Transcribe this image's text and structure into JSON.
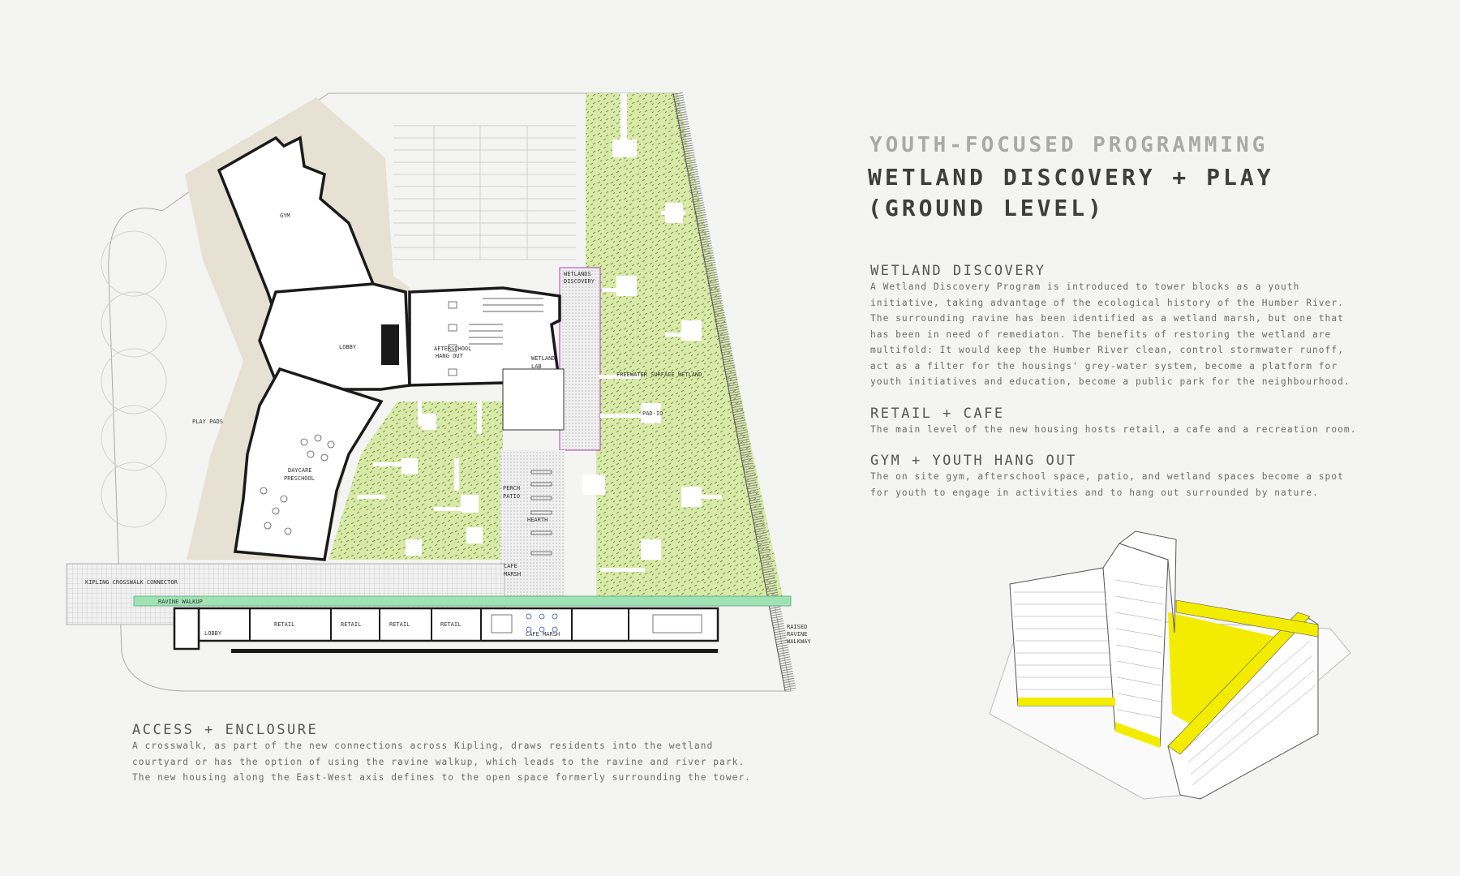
{
  "header": {
    "kicker": "YOUTH-FOCUSED PROGRAMMING",
    "title_line1": "WETLAND DISCOVERY + PLAY",
    "title_line2": "(GROUND LEVEL)"
  },
  "sections": {
    "wetland": {
      "heading": "WETLAND DISCOVERY",
      "lines": [
        "A Wetland Discovery Program is introduced to tower blocks as a youth",
        "initiative, taking advantage of the ecological history of the Humber River.",
        "The surrounding ravine has been identified as a wetland marsh, but one that",
        "has been in need of remediaton. The benefits of restoring the wetland are",
        "multifold: It would keep the Humber River clean, control stormwater runoff,",
        "act as a filter for the housings' grey-water system, become a platform for",
        "youth initiatives and education, become a public park for the neighbourhood."
      ]
    },
    "retail": {
      "heading": "RETAIL + CAFE",
      "lines": [
        "The main level of the new housing hosts retail, a cafe and a recreation room."
      ]
    },
    "gym": {
      "heading": "GYM + YOUTH HANG OUT",
      "lines": [
        "The on site gym, afterschool space, patio, and wetland spaces become a spot",
        "for youth to engage in activities and to hang out surrounded by nature."
      ]
    },
    "access": {
      "heading": "ACCESS + ENCLOSURE",
      "lines": [
        "A crosswalk, as part of the new connections across Kipling, draws residents into the wetland",
        "courtyard or has the option of using the ravine walkup, which leads to the ravine and river park.",
        "The new housing along the East-West axis defines to the open space formerly surrounding the tower."
      ]
    }
  },
  "plan_labels": {
    "gym": "GYM",
    "lobby": "LOBBY",
    "afterschool_1": "AFTERSCHOOL",
    "afterschool_2": "HANG OUT",
    "wetland_lab_1": "WETLAND",
    "wetland_lab_2": "LAB",
    "wetlands_discovery_1": "WETLANDS",
    "wetlands_discovery_2": "DISCOVERY",
    "freewater": "FREEWATER SURFACE WETLAND",
    "pad_io": "PAD-IO",
    "play_pads": "PLAY PADS",
    "daycare_1": "DAYCARE",
    "daycare_2": "PRESCHOOL",
    "perch_1": "PERCH",
    "perch_2": "PATIO",
    "hearth": "HEARTH",
    "cafe_marsh_1": "CAFE",
    "cafe_marsh_2": "MARSH",
    "kipling": "KIPLING CROSSWALK CONNECTOR",
    "ravine_walkup": "RAVINE WALKUP",
    "lobby_bottom": "LOBBY",
    "retail_1": "RETAIL",
    "retail_2": "RETAIL",
    "retail_3": "RETAIL",
    "retail_4": "RETAIL",
    "cafe_marsh_bottom": "CAFE MARSH",
    "raised_1": "RAISED",
    "raised_2": "RAVINE",
    "raised_3": "WALKWAY"
  },
  "colors": {
    "wetland_green": "#d9eaa8",
    "walkup_green": "#9fe3b5",
    "highlight_yellow": "#f4ec00",
    "paving_beige": "#e6e1d2",
    "wall": "#1a1a1a",
    "accent_magenta": "#b040b0"
  }
}
